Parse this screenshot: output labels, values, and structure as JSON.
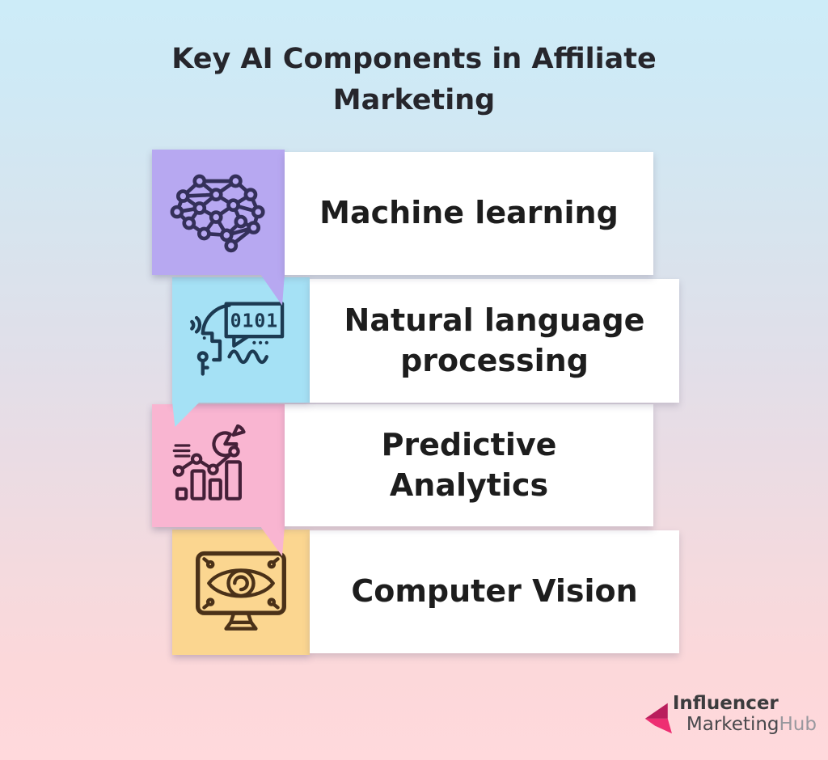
{
  "title": "Key AI Components in Affiliate Marketing",
  "rows": [
    {
      "label": "Machine learning",
      "icon": "neural-network-icon",
      "box_color": "#b7a8f1",
      "icon_stroke": "#34305a"
    },
    {
      "label": "Natural language processing",
      "icon": "nlp-head-binary-icon",
      "icon_text": "0101",
      "box_color": "#a5e1f5",
      "icon_stroke": "#1c3a52"
    },
    {
      "label": "Predictive Analytics",
      "icon": "predictive-analytics-icon",
      "box_color": "#f9b5d1",
      "icon_stroke": "#442038"
    },
    {
      "label": "Computer Vision",
      "icon": "computer-vision-icon",
      "box_color": "#fbd690",
      "icon_stroke": "#4a3118"
    }
  ],
  "logo": {
    "line1": "Influencer",
    "line2_dark": "Marketing",
    "line2_light": "Hub",
    "arrow_dark": "#b91e5c",
    "arrow_bright": "#ee2e72"
  },
  "colors": {
    "bg_top": "#cdecf8",
    "bg_bottom": "#ffd9dc",
    "card_bg": "#ffffff",
    "title_text": "#26262c",
    "label_text": "#1d1d1d"
  }
}
